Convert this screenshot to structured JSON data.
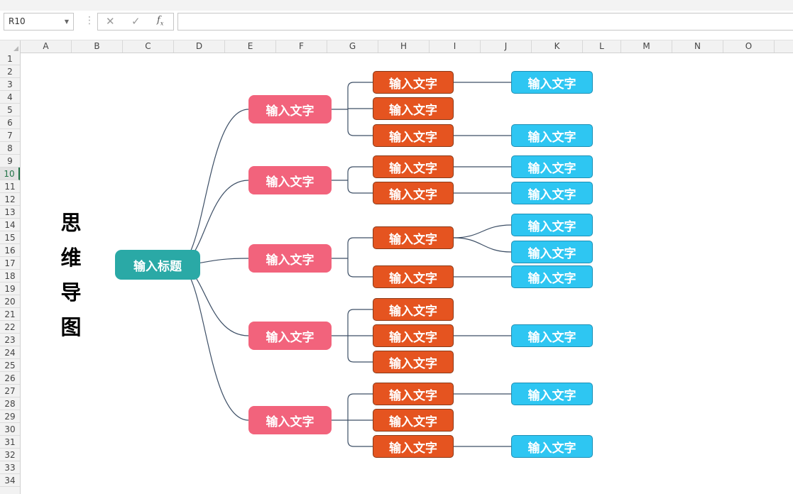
{
  "app": {
    "name_box": "R10",
    "formula_icons": [
      "cancel-icon",
      "confirm-icon",
      "function-icon"
    ],
    "formula_value": ""
  },
  "columns": [
    "A",
    "B",
    "C",
    "D",
    "E",
    "F",
    "G",
    "H",
    "I",
    "J",
    "K",
    "L",
    "M",
    "N",
    "O"
  ],
  "rows": [
    "1",
    "2",
    "3",
    "4",
    "5",
    "6",
    "7",
    "8",
    "9",
    "10",
    "11",
    "12",
    "13",
    "14",
    "15",
    "16",
    "17",
    "18",
    "19",
    "20",
    "21",
    "22",
    "23",
    "24",
    "25",
    "26",
    "27",
    "28",
    "29",
    "30",
    "31",
    "32",
    "33",
    "34"
  ],
  "active_row": "10",
  "side_title": [
    "思",
    "维",
    "导",
    "图"
  ],
  "colors": {
    "root": "#2aa9a6",
    "level1": "#f2637c",
    "level2": "#e55420",
    "level3": "#2ec6f2",
    "connector": "#3d4f66"
  },
  "mindmap": {
    "root": {
      "label": "输入标题"
    },
    "branches": [
      {
        "label": "输入文字",
        "children": [
          {
            "label": "输入文字",
            "leaves": [
              {
                "label": "输入文字"
              }
            ]
          },
          {
            "label": "输入文字",
            "leaves": []
          },
          {
            "label": "输入文字",
            "leaves": [
              {
                "label": "输入文字"
              }
            ]
          }
        ]
      },
      {
        "label": "输入文字",
        "children": [
          {
            "label": "输入文字",
            "leaves": [
              {
                "label": "输入文字"
              }
            ]
          },
          {
            "label": "输入文字",
            "leaves": [
              {
                "label": "输入文字"
              }
            ]
          }
        ]
      },
      {
        "label": "输入文字",
        "children": [
          {
            "label": "输入文字",
            "leaves": [
              {
                "label": "输入文字"
              },
              {
                "label": "输入文字"
              }
            ]
          },
          {
            "label": "输入文字",
            "leaves": [
              {
                "label": "输入文字"
              }
            ]
          }
        ]
      },
      {
        "label": "输入文字",
        "children": [
          {
            "label": "输入文字",
            "leaves": []
          },
          {
            "label": "输入文字",
            "leaves": [
              {
                "label": "输入文字"
              }
            ]
          },
          {
            "label": "输入文字",
            "leaves": []
          }
        ]
      },
      {
        "label": "输入文字",
        "children": [
          {
            "label": "输入文字",
            "leaves": [
              {
                "label": "输入文字"
              }
            ]
          },
          {
            "label": "输入文字",
            "leaves": []
          },
          {
            "label": "输入文字",
            "leaves": [
              {
                "label": "输入文字"
              }
            ]
          }
        ]
      }
    ]
  }
}
